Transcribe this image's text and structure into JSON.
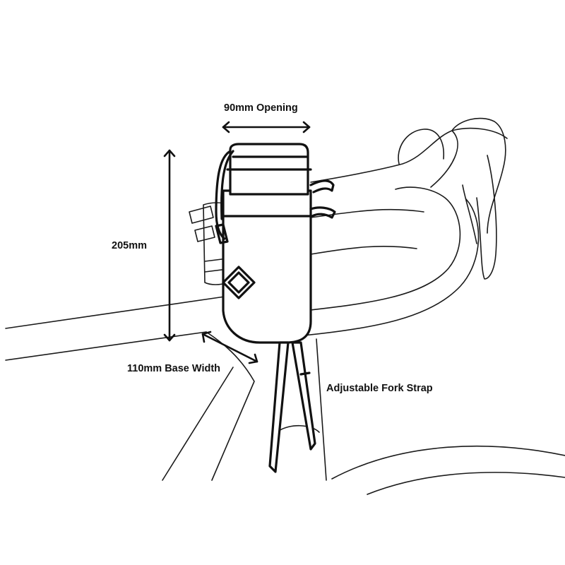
{
  "labels": {
    "opening": "90mm Opening",
    "height": "205mm",
    "base_width": "110mm Base Width",
    "fork_strap": "Adjustable Fork Strap"
  },
  "colors": {
    "line": "#111111",
    "background": "#ffffff"
  }
}
